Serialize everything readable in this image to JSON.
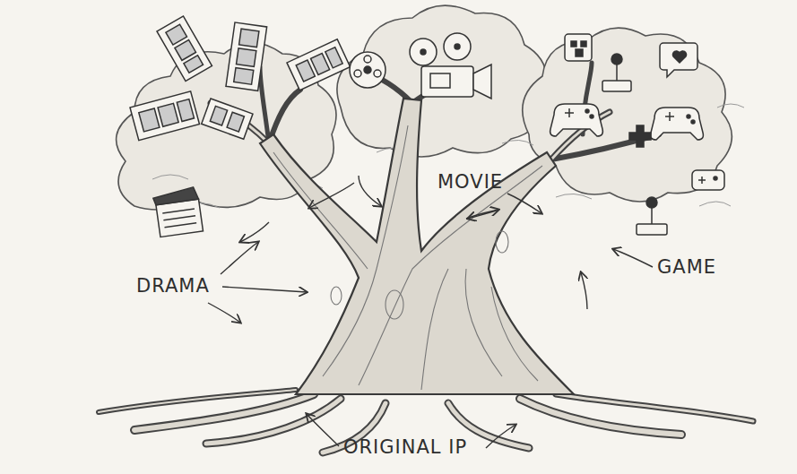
{
  "diagram": {
    "labels": [
      "MOVIE",
      "DRAMA",
      "GAME",
      "ORIGINAL IP"
    ]
  }
}
